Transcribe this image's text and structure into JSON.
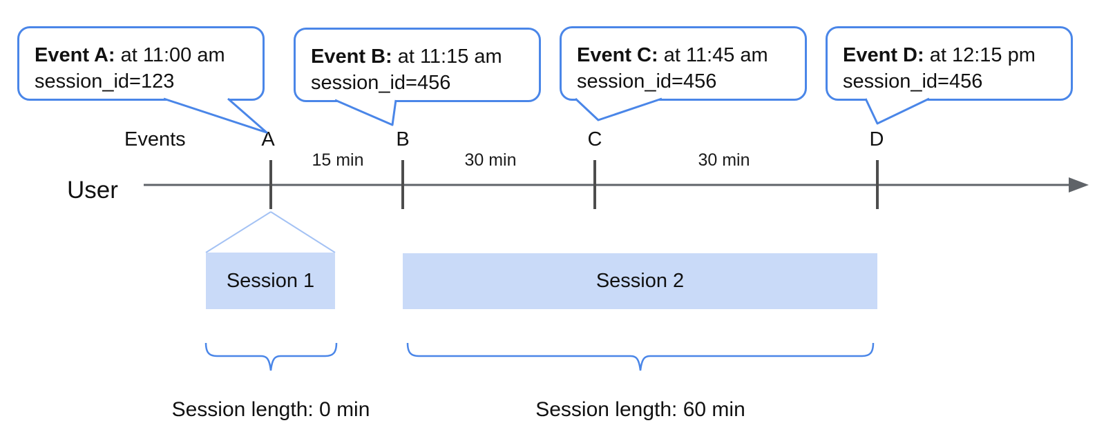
{
  "diagram": {
    "events_row_label": "Events",
    "timeline_label": "User",
    "callouts": [
      {
        "bold": "Event A:",
        "rest": "at 11:00 am",
        "line2": "session_id=123"
      },
      {
        "bold": "Event B:",
        "rest": "at 11:15 am",
        "line2": "session_id=456"
      },
      {
        "bold": "Event C:",
        "rest": "at 11:45 am",
        "line2": "session_id=456"
      },
      {
        "bold": "Event D:",
        "rest": "at 12:15 pm",
        "line2": "session_id=456"
      }
    ],
    "event_markers": [
      "A",
      "B",
      "C",
      "D"
    ],
    "intervals": [
      "15 min",
      "30 min",
      "30 min"
    ],
    "sessions": [
      {
        "label": "Session 1",
        "length_label": "Session length: 0 min"
      },
      {
        "label": "Session 2",
        "length_label": "Session length: 60 min"
      }
    ],
    "colors": {
      "callout_border_blue": "#4a86e8",
      "session_fill_blue": "#c9daf8",
      "funnel_line_blue": "#a4c2f4",
      "timeline_gray": "#5f6368",
      "tick_gray": "#4d4d4d"
    }
  }
}
